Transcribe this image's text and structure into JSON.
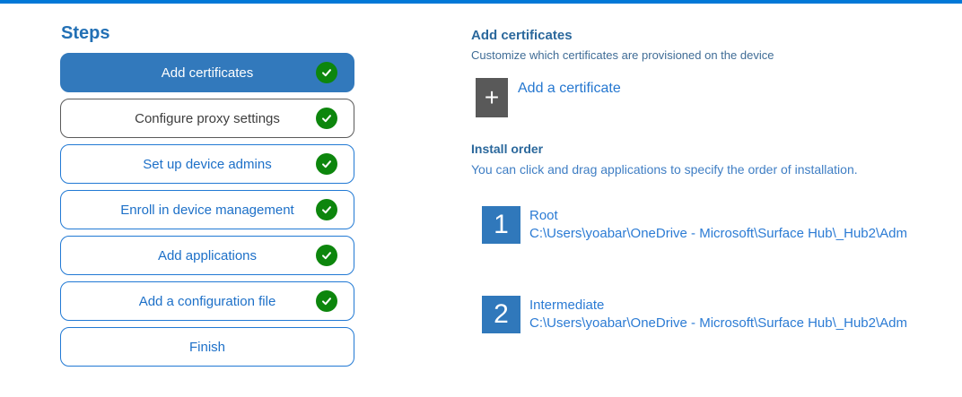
{
  "colors": {
    "top_bar": "#0078d7",
    "accent_blue": "#3078bb",
    "link_blue": "#2577d0",
    "check_green": "#0d860d",
    "muted_gray": "#5a5a5a",
    "tile_gray": "#595959",
    "heading_blue": "#2b689c"
  },
  "steps": {
    "title": "Steps",
    "items": [
      {
        "label": "Add certificates",
        "checked": true,
        "state": "selected"
      },
      {
        "label": "Configure proxy settings",
        "checked": true,
        "state": "muted"
      },
      {
        "label": "Set up device admins",
        "checked": true,
        "state": "normal"
      },
      {
        "label": "Enroll in device management",
        "checked": true,
        "state": "normal"
      },
      {
        "label": "Add applications",
        "checked": true,
        "state": "normal"
      },
      {
        "label": "Add a configuration file",
        "checked": true,
        "state": "normal"
      },
      {
        "label": "Finish",
        "checked": false,
        "state": "normal"
      }
    ]
  },
  "main": {
    "certificates": {
      "title": "Add certificates",
      "subtitle": "Customize which certificates are provisioned on the device",
      "add_button_label": "Add a certificate",
      "add_button_icon": "plus-icon",
      "plus_glyph": "+"
    },
    "install_order": {
      "title": "Install order",
      "description": "You can click and drag applications to specify the order of installation.",
      "items": [
        {
          "order": "1",
          "name": "Root",
          "path": "C:\\Users\\yoabar\\OneDrive - Microsoft\\Surface Hub\\_Hub2\\Adm"
        },
        {
          "order": "2",
          "name": "Intermediate",
          "path": "C:\\Users\\yoabar\\OneDrive - Microsoft\\Surface Hub\\_Hub2\\Adm"
        }
      ]
    }
  }
}
